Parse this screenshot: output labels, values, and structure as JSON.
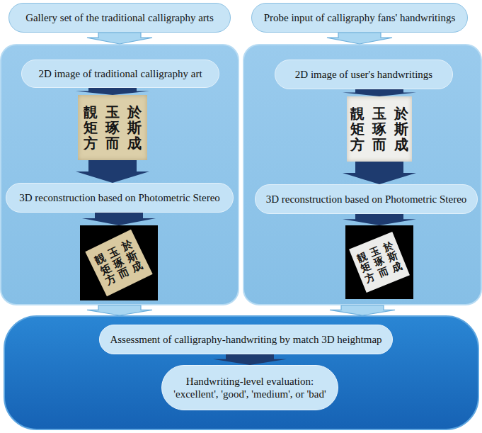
{
  "diagram": {
    "nodes": [
      {
        "text": [
          "Gallery set of the traditional calligraphy arts"
        ]
      },
      {
        "text": [
          "Probe input of calligraphy fans' handwritings"
        ]
      },
      {
        "text": []
      },
      {
        "text": [
          "2D image of traditional calligraphy art"
        ],
        "in": 2
      },
      {
        "text": [
          "於斯成",
          "玉琢而",
          "靚矩方"
        ],
        "in": 2
      },
      {
        "text": [
          "3D reconstruction based on Photometric Stereo"
        ],
        "in": 2
      },
      {
        "text": [
          "於斯成",
          "玉琢而",
          "靚矩方"
        ],
        "in": 2
      },
      {
        "text": []
      },
      {
        "text": [
          "2D image of user's handwritings"
        ],
        "in": 7
      },
      {
        "text": [
          "於斯成",
          "玉琢而",
          "靚矩方"
        ],
        "in": 7
      },
      {
        "text": [
          "3D reconstruction based on Photometric Stereo"
        ],
        "in": 7
      },
      {
        "text": [
          "於斯成",
          "玉琢而",
          "靚矩方"
        ],
        "in": 7
      },
      {
        "text": []
      },
      {
        "text": [
          "Assessment of calligraphy-handwriting by match 3D heightmap"
        ],
        "in": 12
      },
      {
        "text": [
          "Handwriting-level evaluation:",
          "'excellent', 'good', 'medium', or 'bad'"
        ],
        "in": 12
      }
    ],
    "edges": [
      {
        "from": 0,
        "to": 2,
        "arrow": "to"
      },
      {
        "from": 1,
        "to": 7,
        "arrow": "to"
      },
      {
        "from": 3,
        "to": 4,
        "arrow": "to"
      },
      {
        "from": 4,
        "to": 5,
        "arrow": "to"
      },
      {
        "from": 5,
        "to": 6,
        "arrow": "to"
      },
      {
        "from": 8,
        "to": 9,
        "arrow": "to"
      },
      {
        "from": 9,
        "to": 10,
        "arrow": "to"
      },
      {
        "from": 10,
        "to": 11,
        "arrow": "to"
      },
      {
        "from": 2,
        "to": 12,
        "arrow": "to"
      },
      {
        "from": 7,
        "to": 12,
        "arrow": "to"
      },
      {
        "from": 13,
        "to": 14,
        "arrow": "to"
      }
    ]
  }
}
